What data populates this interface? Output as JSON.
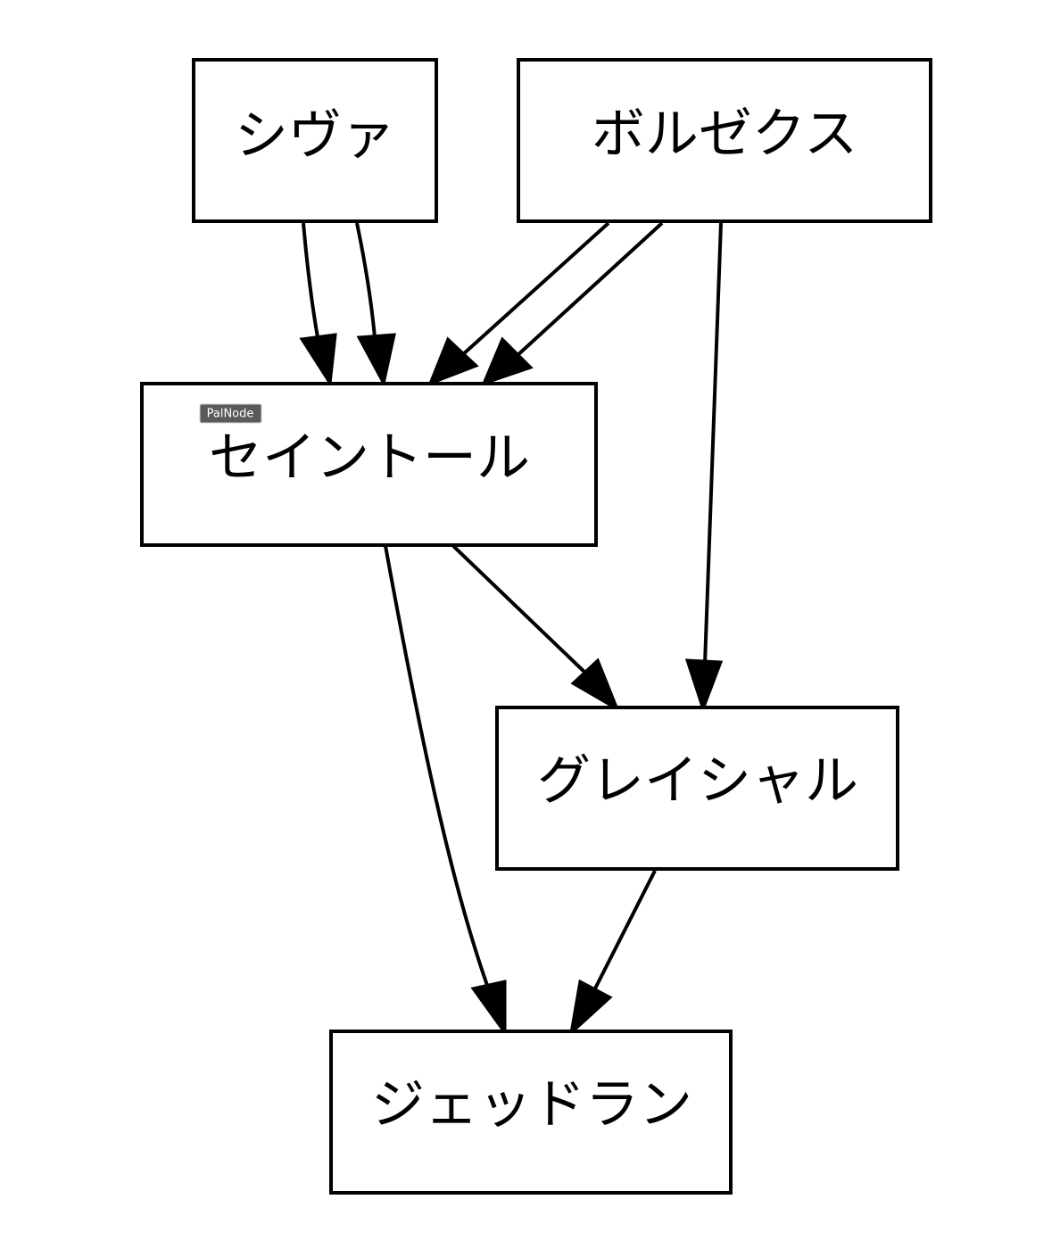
{
  "diagram": {
    "nodes": [
      {
        "id": "shiva",
        "label": "シヴァ"
      },
      {
        "id": "bolzex",
        "label": "ボルゼクス"
      },
      {
        "id": "saintorl",
        "label": "セイントール"
      },
      {
        "id": "glacial",
        "label": "グレイシャル"
      },
      {
        "id": "jadran",
        "label": "ジェッドラン"
      }
    ],
    "edges": [
      {
        "from": "シヴァ",
        "to": "セイントール"
      },
      {
        "from": "シヴァ",
        "to": "セイントール"
      },
      {
        "from": "ボルゼクス",
        "to": "セイントール"
      },
      {
        "from": "ボルゼクス",
        "to": "セイントール"
      },
      {
        "from": "ボルゼクス",
        "to": "グレイシャル"
      },
      {
        "from": "セイントール",
        "to": "グレイシャル"
      },
      {
        "from": "セイントール",
        "to": "ジェッドラン"
      },
      {
        "from": "グレイシャル",
        "to": "ジェッドラン"
      }
    ],
    "badge": {
      "text": "PalNode"
    },
    "colors": {
      "stroke": "#000000",
      "fill": "#ffffff",
      "badge": "#5a5a5a"
    }
  }
}
